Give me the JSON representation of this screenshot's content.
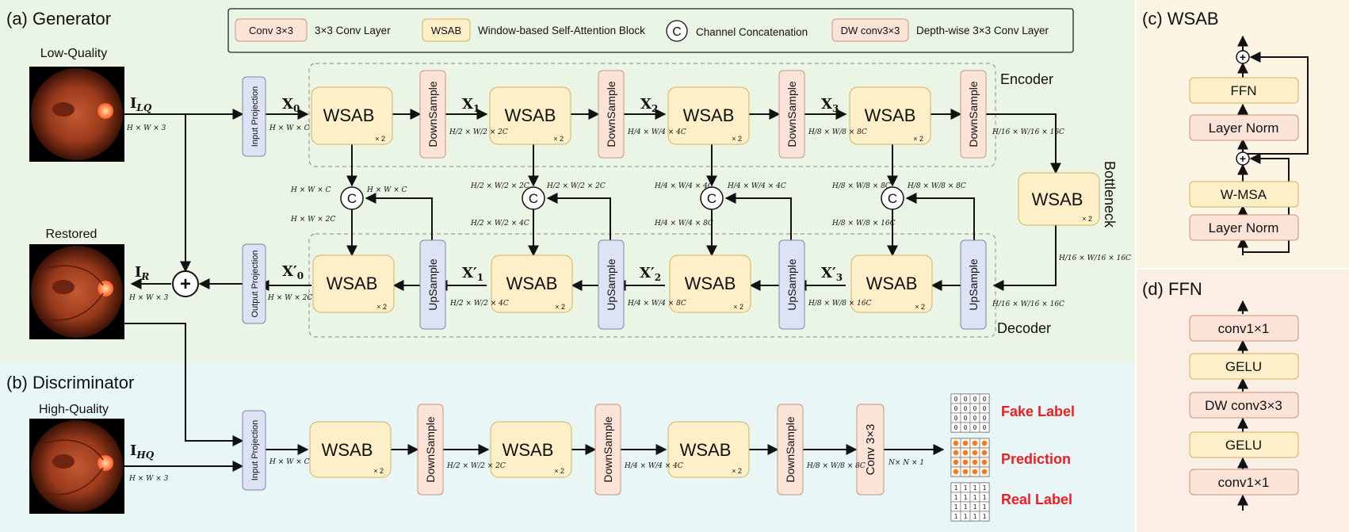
{
  "panels": {
    "generator": "(a) Generator",
    "discriminator": "(b) Discriminator",
    "wsab": "(c) WSAB",
    "ffn": "(d) FFN"
  },
  "legend": [
    {
      "tag": "Conv 3×3",
      "desc": "3×3 Conv Layer",
      "kind": "conv"
    },
    {
      "tag": "WSAB",
      "desc": "Window-based Self-Attention Block",
      "kind": "wsab"
    },
    {
      "tag": "C",
      "desc": "Channel Concatenation",
      "kind": "circle"
    },
    {
      "tag": "DW conv3×3",
      "desc": "Depth-wise 3×3 Conv Layer",
      "kind": "conv"
    }
  ],
  "images": {
    "low_quality": "Low-Quality",
    "restored": "Restored",
    "high_quality": "High-Quality"
  },
  "blocks": {
    "input_projection": "Input Projection",
    "output_projection": "Output Projection",
    "wsab": "WSAB",
    "repeat": "× 2",
    "downsample": "DownSample",
    "upsample": "UpSample",
    "conv": "Conv 3×3",
    "concat": "C",
    "plus": "+"
  },
  "groups": {
    "encoder": "Encoder",
    "decoder": "Decoder",
    "bottleneck": "Bottleneck"
  },
  "signals": {
    "i_lq": "I",
    "i_lq_sub": "LQ",
    "i_r": "I",
    "i_r_sub": "R",
    "i_hq": "I",
    "i_hq_sub": "HQ",
    "x0": "X",
    "x0_sub": "0",
    "x1": "X",
    "x1_sub": "1",
    "x2": "X",
    "x2_sub": "2",
    "x3": "X",
    "x3_sub": "3",
    "x0p": "X′",
    "x0p_sub": "0",
    "x1p": "X′",
    "x1p_sub": "1",
    "x2p": "X′",
    "x2p_sub": "2",
    "x3p": "X′",
    "x3p_sub": "3"
  },
  "dims": {
    "hw3": "H × W × 3",
    "hwc": "H × W × C",
    "hw2c": "H × W × 2C",
    "h2w2_2c": "H/2 × W/2 × 2C",
    "h2w2_4c": "H/2 × W/2 × 4C",
    "h4w4_4c": "H/4 × W/4 × 4C",
    "h4w4_8c": "H/4 × W/4 × 8C",
    "h8w8_8c": "H/8 × W/8 × 8C",
    "h8w8_16c": "H/8 × W/8 × 16C",
    "h16w16_16c": "H/16 × W/16 × 16C",
    "nn1": "N× N × 1"
  },
  "outputs": {
    "fake": "Fake Label",
    "prediction": "Prediction",
    "real": "Real Label",
    "fake_digit": "0",
    "real_digit": "1"
  },
  "wsab_detail": [
    "FFN",
    "Layer Norm",
    "W-MSA",
    "Layer Norm"
  ],
  "ffn_detail": [
    "conv1×1",
    "GELU",
    "DW conv3×3",
    "GELU",
    "conv1×1"
  ],
  "colors": {
    "generator_bg": "#eaf5e5",
    "discriminator_bg": "#e8f6f6",
    "wsab_panel_bg": "#fdf5e3",
    "ffn_panel_bg": "#fbeee5",
    "wsab_fill": "#fdefc8",
    "wsab_stroke": "#d4b160",
    "conv_fill": "#fbe3d8",
    "conv_stroke": "#c8957e",
    "proj_fill": "#dde2f5",
    "proj_stroke": "#7e87a8",
    "label_red": "#ee1c25",
    "dot_orange": "#f07a1c"
  }
}
